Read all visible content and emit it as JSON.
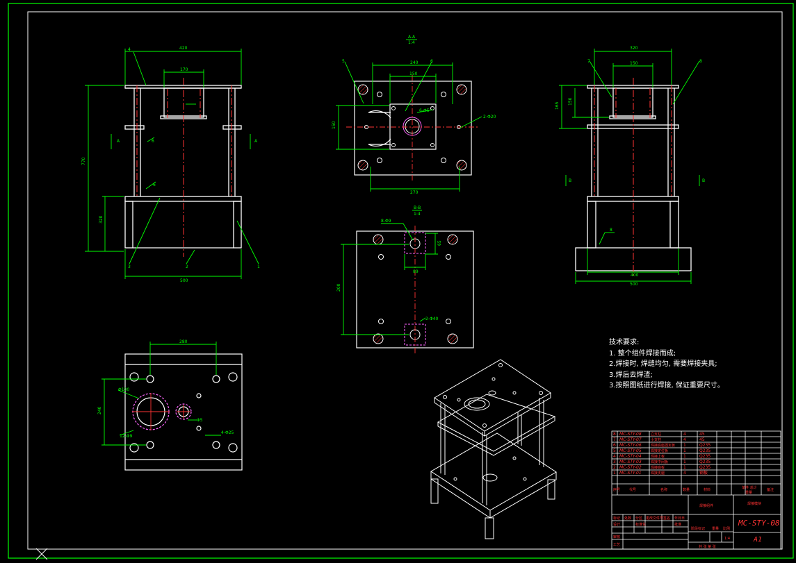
{
  "tech_notes": {
    "heading": "技术要求:",
    "items": [
      "1. 整个组件焊接而成;",
      "2.焊接时, 焊缝均匀, 需要焊接夹具;",
      "3.焊后去焊渣;",
      "3.按照图纸进行焊接, 保证重要尺寸。"
    ]
  },
  "section_labels": {
    "aa": "A-A",
    "aa_scale": "1:4",
    "bb": "B-B",
    "bb_scale": "1:4",
    "arrow_a": "A",
    "arrow_b": "B"
  },
  "front_view": {
    "dims": [
      "420",
      "170",
      "770",
      "320",
      "500"
    ],
    "balloons": [
      "4",
      "3",
      "2",
      "1"
    ],
    "weld_marks": [
      "6",
      "6"
    ]
  },
  "section_aa": {
    "dims": [
      "240",
      "150",
      "150",
      "270"
    ],
    "balloons": [
      "5",
      "6"
    ],
    "notes": [
      "6-Φ5",
      "2-Φ20"
    ]
  },
  "section_bb": {
    "dims": [
      "200",
      "65",
      "89"
    ],
    "notes": [
      "8-Φ9",
      "2-Φ40"
    ]
  },
  "side_view": {
    "dims": [
      "320",
      "150",
      "165",
      "150",
      "400",
      "500"
    ],
    "balloons": [
      "7",
      "8"
    ],
    "weld_marks": [
      "8"
    ]
  },
  "top_view": {
    "dims": [
      "280",
      "240"
    ],
    "notes": [
      "Φ100",
      "Φ5",
      "12-Φ9",
      "4-Φ25"
    ]
  },
  "title_block": {
    "parts": [
      {
        "no": "8",
        "code": "MC-STY-08",
        "name": "立支柱",
        "qty": "4",
        "mat": "45"
      },
      {
        "no": "7",
        "code": "MC-STY-07",
        "name": "小支柱",
        "qty": "4",
        "mat": "45"
      },
      {
        "no": "6",
        "code": "MC-STY-06",
        "name": "焊接底座固定板",
        "qty": "1",
        "mat": "Q235"
      },
      {
        "no": "5",
        "code": "MC-STY-05",
        "name": "焊接定位板",
        "qty": "1",
        "mat": "Q235"
      },
      {
        "no": "4",
        "code": "MC-STY-04",
        "name": "焊接上板",
        "qty": "1",
        "mat": "Q235"
      },
      {
        "no": "3",
        "code": "MC-STY-03",
        "name": "焊接中间板",
        "qty": "1",
        "mat": "Q235"
      },
      {
        "no": "2",
        "code": "MC-STY-02",
        "name": "焊接底板",
        "qty": "1",
        "mat": "Q235"
      },
      {
        "no": "1",
        "code": "MC-STY-01",
        "name": "焊接支腿",
        "qty": "4",
        "mat": "钢板"
      }
    ],
    "header": {
      "no": "序号",
      "code": "代号",
      "name": "名称",
      "qty": "数量",
      "mat": "材料",
      "weight": "单件 总计",
      "weight2": "重量",
      "remark": "备注"
    },
    "drawing_title": "焊接组件",
    "company": "焊接模块",
    "drawing_no": "MC-STY-08",
    "sheet": "A1",
    "scale": "1:4",
    "rows": [
      "标记",
      "处数",
      "分区",
      "更改文件号",
      "签名",
      "年月日",
      "设计",
      "审核",
      "工艺",
      "标准化",
      "批准"
    ],
    "labels": [
      "阶段标记",
      "重量",
      "比例",
      "共 张 第 张"
    ]
  }
}
